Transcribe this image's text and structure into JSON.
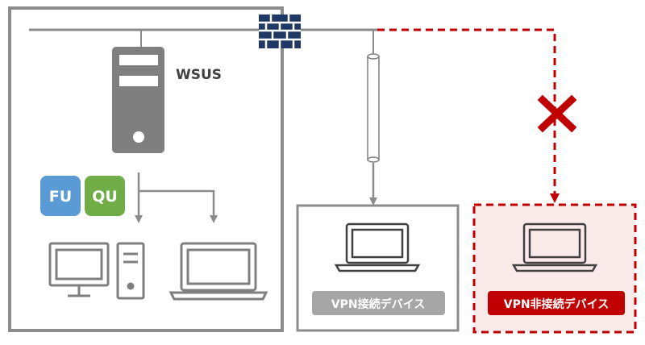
{
  "server_label": "WSUS",
  "badges": {
    "fu": {
      "text": "FU",
      "color": "#5b9bd5"
    },
    "qu": {
      "text": "QU",
      "color": "#70ad47"
    }
  },
  "vpn_device_label": "VPN接続デバイス",
  "non_vpn_device_label": "VPN非接続デバイス",
  "colors": {
    "line": "#8c8c8c",
    "server": "#7f7f7f",
    "firewall": "#1f3864",
    "alert": "#c00000",
    "alert_fill": "#fbeaea",
    "vpn_tag": "#a6a6a6"
  }
}
